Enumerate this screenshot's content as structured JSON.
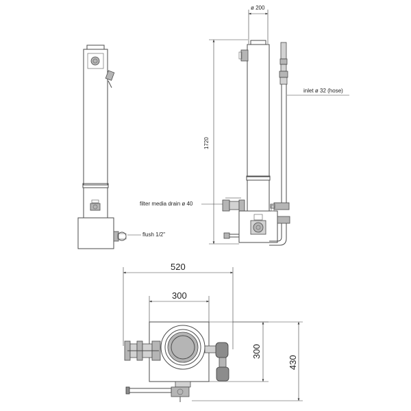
{
  "labels": {
    "top_diameter": "ø 200",
    "inlet": "inlet  ø 32 (hose)",
    "height": "1720",
    "drain": "filter media drain ø 40",
    "flush": "flush  1/2\"",
    "width_520": "520",
    "width_300": "300",
    "depth_300": "300",
    "depth_430": "430"
  },
  "colors": {
    "line": "#4a4a4a",
    "fitting_fill": "#b5b5b5",
    "text": "#222222"
  }
}
